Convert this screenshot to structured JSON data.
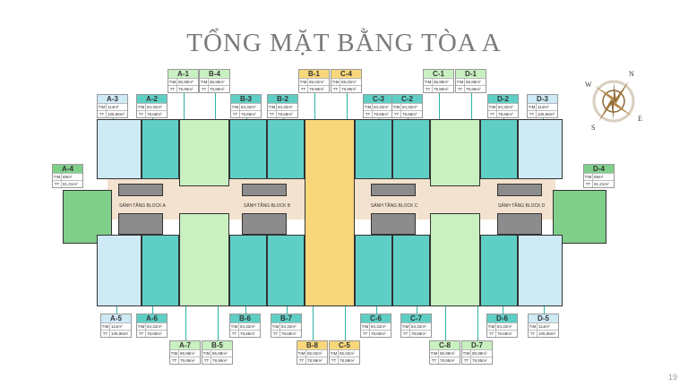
{
  "title": "TỔNG MẶT BẰNG TÒA A",
  "page_number": "19",
  "row_labels": {
    "tim": "TIM",
    "tt": "TT"
  },
  "blocks": [
    "SẢNH TẦNG BLOCK A",
    "SẢNH TẦNG BLOCK B",
    "SẢNH TẦNG BLOCK C",
    "SẢNH TẦNG BLOCK D"
  ],
  "compass": {
    "n": "N",
    "s": "S",
    "e": "E",
    "w": "W"
  },
  "colors": {
    "light_blue": "#cdeaf5",
    "teal": "#5fcfc6",
    "light_green": "#c8f0c0",
    "yellow": "#f7d77a",
    "green": "#7fcf8a"
  },
  "units": [
    {
      "name": "A-1",
      "tim": "85,98m²",
      "tt": "79,95m²",
      "type": "lg"
    },
    {
      "name": "B-4",
      "tim": "85,98m²",
      "tt": "79,95m²",
      "type": "lg"
    },
    {
      "name": "B-1",
      "tim": "85,02m²",
      "tt": "78,99m²",
      "type": "yl"
    },
    {
      "name": "C-4",
      "tim": "85,02m²",
      "tt": "78,99m²",
      "type": "yl"
    },
    {
      "name": "C-1",
      "tim": "85,98m²",
      "tt": "79,95m²",
      "type": "lg"
    },
    {
      "name": "D-1",
      "tim": "85,98m²",
      "tt": "79,95m²",
      "type": "lg"
    },
    {
      "name": "A-3",
      "tim": "114m²",
      "tt": "105,96m²",
      "type": "lb"
    },
    {
      "name": "A-2",
      "tim": "84,32m²",
      "tt": "78,68m²",
      "type": "tl"
    },
    {
      "name": "B-3",
      "tim": "84,32m²",
      "tt": "78,68m²",
      "type": "tl"
    },
    {
      "name": "B-2",
      "tim": "84,32m²",
      "tt": "78,68m²",
      "type": "tl"
    },
    {
      "name": "C-3",
      "tim": "84,32m²",
      "tt": "78,68m²",
      "type": "tl"
    },
    {
      "name": "C-2",
      "tim": "84,32m²",
      "tt": "78,68m²",
      "type": "tl"
    },
    {
      "name": "D-2",
      "tim": "84,32m²",
      "tt": "78,68m²",
      "type": "tl"
    },
    {
      "name": "D-3",
      "tim": "114m²",
      "tt": "105,96m²",
      "type": "lb"
    },
    {
      "name": "A-4",
      "tim": "89m²",
      "tt": "81,21m²",
      "type": "gr"
    },
    {
      "name": "D-4",
      "tim": "89m²",
      "tt": "81,21m²",
      "type": "gr"
    },
    {
      "name": "A-5",
      "tim": "114m²",
      "tt": "105,96m²",
      "type": "lb"
    },
    {
      "name": "A-6",
      "tim": "84,32m²",
      "tt": "78,68m²",
      "type": "tl"
    },
    {
      "name": "B-6",
      "tim": "84,32m²",
      "tt": "78,68m²",
      "type": "tl"
    },
    {
      "name": "B-7",
      "tim": "84,32m²",
      "tt": "78,68m²",
      "type": "tl"
    },
    {
      "name": "C-6",
      "tim": "84,32m²",
      "tt": "78,68m²",
      "type": "tl"
    },
    {
      "name": "C-7",
      "tim": "84,32m²",
      "tt": "78,68m²",
      "type": "tl"
    },
    {
      "name": "D-6",
      "tim": "84,32m²",
      "tt": "78,68m²",
      "type": "tl"
    },
    {
      "name": "D-5",
      "tim": "114m²",
      "tt": "105,96m²",
      "type": "lb"
    },
    {
      "name": "A-7",
      "tim": "85,98m²",
      "tt": "79,95m²",
      "type": "lg"
    },
    {
      "name": "B-5",
      "tim": "85,98m²",
      "tt": "79,95m²",
      "type": "lg"
    },
    {
      "name": "B-8",
      "tim": "85,02m²",
      "tt": "78,99m²",
      "type": "yl"
    },
    {
      "name": "C-5",
      "tim": "85,02m²",
      "tt": "78,99m²",
      "type": "yl"
    },
    {
      "name": "C-8",
      "tim": "85,98m²",
      "tt": "79,95m²",
      "type": "lg"
    },
    {
      "name": "D-7",
      "tim": "85,98m²",
      "tt": "79,95m²",
      "type": "lg"
    }
  ]
}
